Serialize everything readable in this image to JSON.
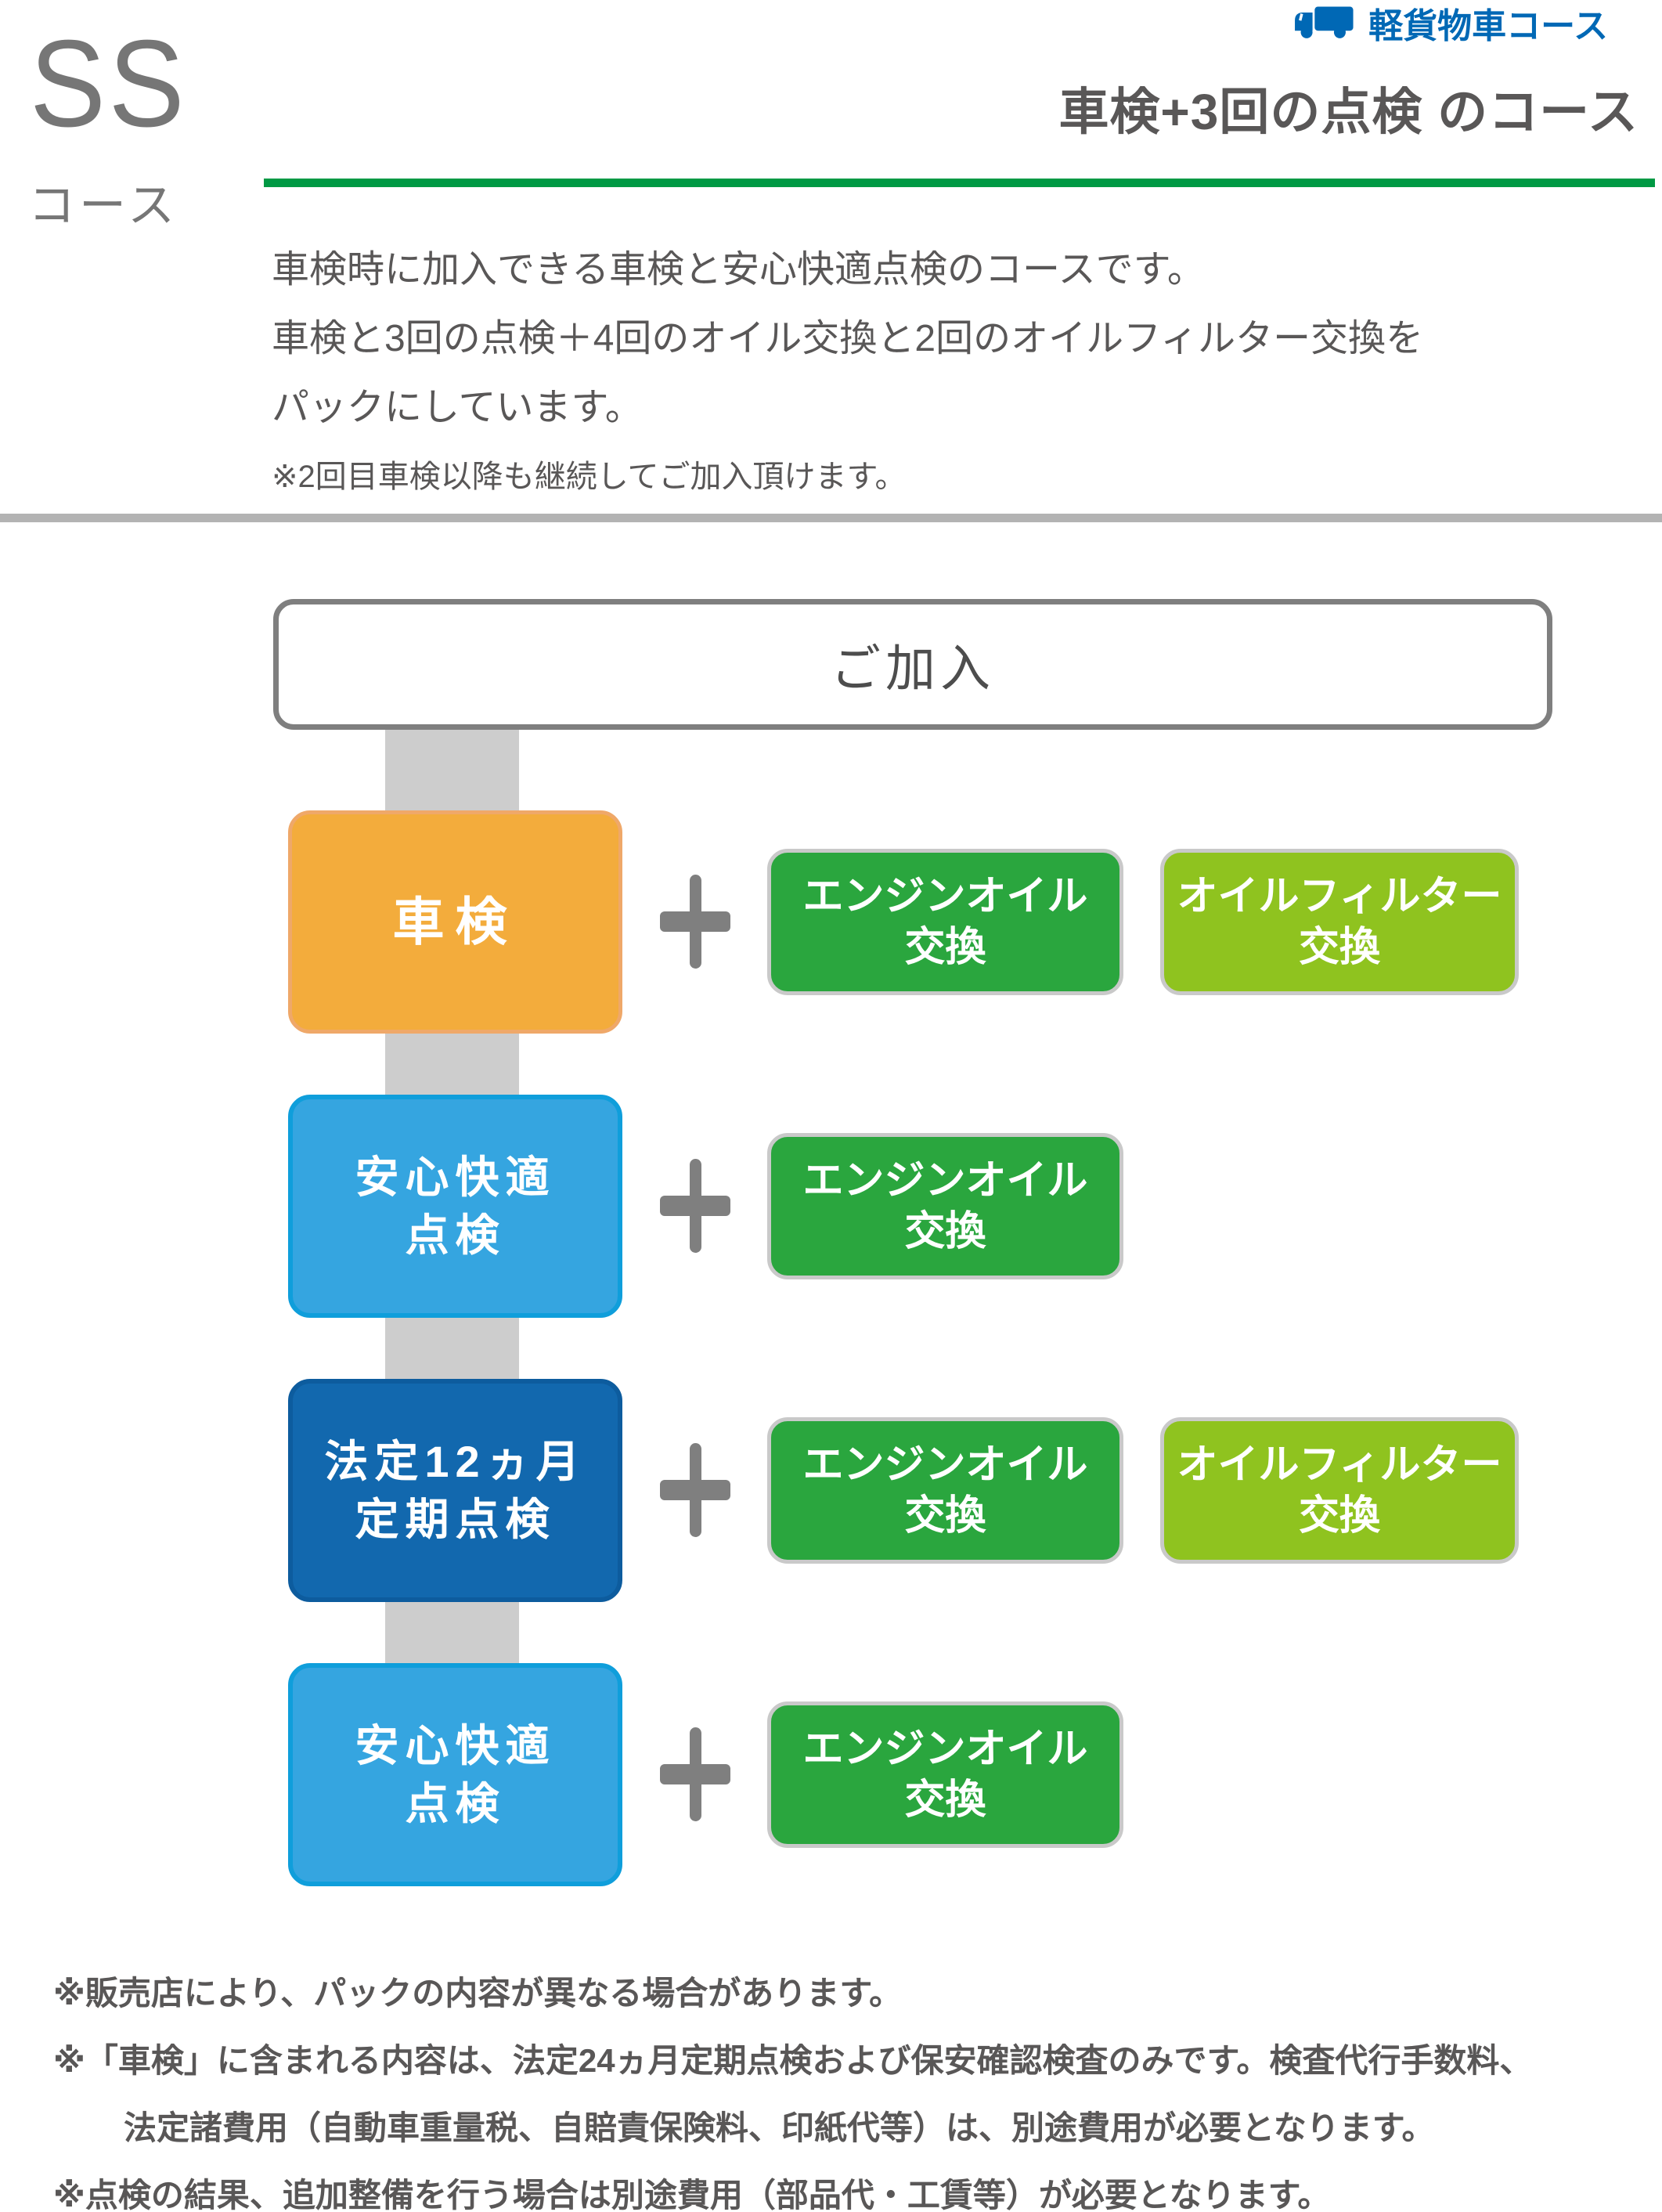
{
  "header": {
    "course_code": "SS",
    "course_code_suffix": "コース",
    "category_badge": "軽貨物車コース",
    "title": "車検+3回の点検 のコース"
  },
  "intro": {
    "line1": "車検時に加入できる車検と安心快適点検のコースです。",
    "line2": "車検と3回の点検＋4回のオイル交換と2回のオイルフィルター交換を",
    "line3": "パックにしています。",
    "note": "※2回目車検以降も継続してご加入頂けます。"
  },
  "flow": {
    "entry": "ご加入",
    "rows": [
      {
        "main": {
          "line1": "車検"
        },
        "addons": [
          {
            "line1": "エンジンオイル",
            "line2": "交換"
          },
          {
            "line1": "オイルフィルター",
            "line2": "交換"
          }
        ]
      },
      {
        "main": {
          "line1": "安心快適",
          "line2": "点検"
        },
        "addons": [
          {
            "line1": "エンジンオイル",
            "line2": "交換"
          }
        ]
      },
      {
        "main": {
          "line1": "法定12ヵ月",
          "line2": "定期点検"
        },
        "addons": [
          {
            "line1": "エンジンオイル",
            "line2": "交換"
          },
          {
            "line1": "オイルフィルター",
            "line2": "交換"
          }
        ]
      },
      {
        "main": {
          "line1": "安心快適",
          "line2": "点検"
        },
        "addons": [
          {
            "line1": "エンジンオイル",
            "line2": "交換"
          }
        ]
      }
    ]
  },
  "notes": [
    "※販売店により、パックの内容が異なる場合があります。",
    "※「車検」に含まれる内容は、法定24ヵ月定期点検および保安確認検査のみです。検査代行手数料、",
    "法定諸費用（自動車重量税、自賠責保険料、印紙代等）は、別途費用が必要となります。",
    "※点検の結果、追加整備を行う場合は別途費用（部品代・工賃等）が必要となります。"
  ],
  "colors": {
    "badge_blue": "#0068b5",
    "rule_green": "#009944",
    "text_gray": "#595757",
    "code_gray": "#767676",
    "divider_gray": "#b3b3b3",
    "connector_gray": "#cdcdcd",
    "box_orange": "#f3ac3c",
    "box_blue": "#35a5e0",
    "box_navy": "#1268ae",
    "box_green": "#2aa63e",
    "box_lightgreen": "#8fc31f"
  }
}
